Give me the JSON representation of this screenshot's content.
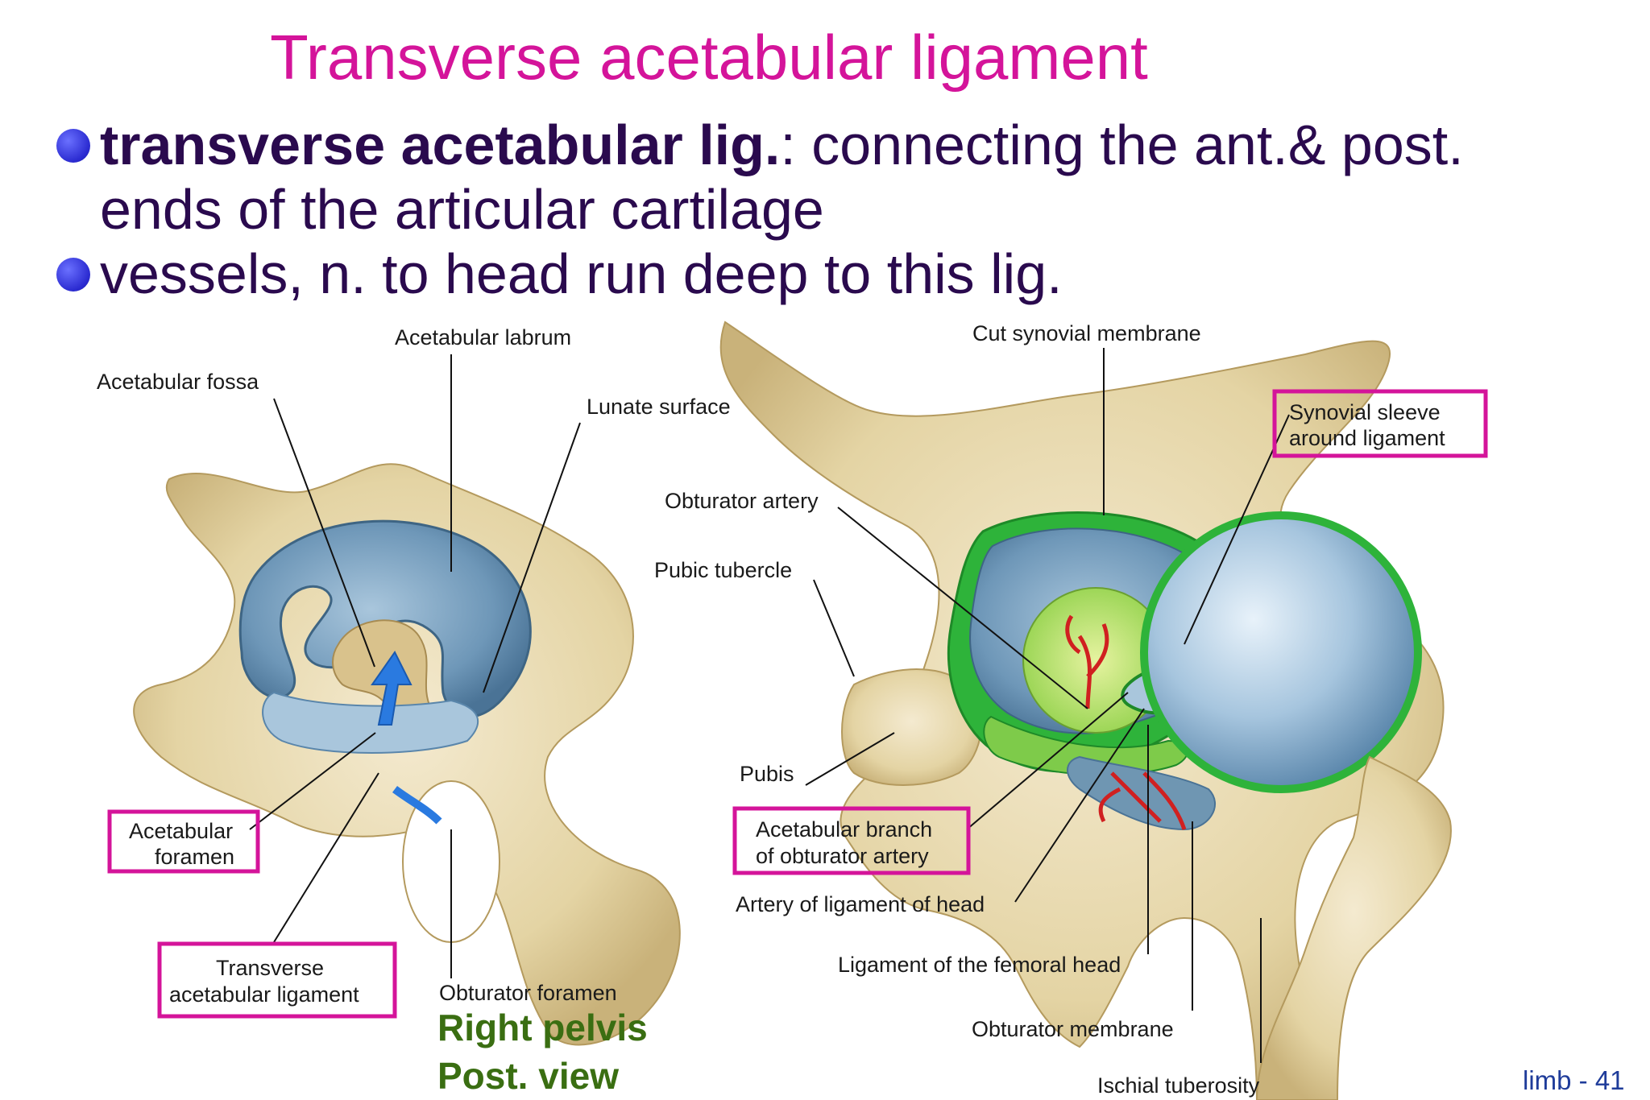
{
  "title": "Transverse acetabular ligament",
  "bullets": [
    {
      "bold": "transverse acetabular lig.",
      "rest_line1": ": connecting the ant.& post.",
      "rest_line2": "ends of the articular cartilage"
    },
    {
      "text": "vessels, n. to head run deep to this lig."
    }
  ],
  "left_figure": {
    "labels": {
      "acetabular_labrum": "Acetabular labrum",
      "acetabular_fossa": "Acetabular fossa",
      "lunate_surface": "Lunate surface",
      "acetabular_foramen_1": "Acetabular",
      "acetabular_foramen_2": "foramen",
      "transverse_lig_1": "Transverse",
      "transverse_lig_2": "acetabular ligament",
      "obturator_foramen": "Obturator foramen"
    },
    "caption_1": "Right pelvis",
    "caption_2": "Post. view"
  },
  "right_figure": {
    "labels": {
      "cut_synovial": "Cut synovial membrane",
      "synovial_sleeve_1": "Synovial sleeve",
      "synovial_sleeve_2": "around ligament",
      "obturator_artery": "Obturator artery",
      "pubic_tubercle": "Pubic tubercle",
      "pubis": "Pubis",
      "acetabular_branch_1": "Acetabular branch",
      "acetabular_branch_2": "of obturator artery",
      "artery_lig_head": "Artery of ligament of head",
      "lig_femoral_head": "Ligament of the femoral head",
      "obturator_membrane": "Obturator membrane",
      "ischial_tuberosity": "Ischial tuberosity"
    }
  },
  "page_number": "limb - 41",
  "colors": {
    "title": "#d4149a",
    "body": "#2a0a4e",
    "bullet": "#3a3ae0",
    "highlight_box": "#d4149a",
    "caption": "#3a6e12",
    "page_number": "#1f3c9a"
  }
}
